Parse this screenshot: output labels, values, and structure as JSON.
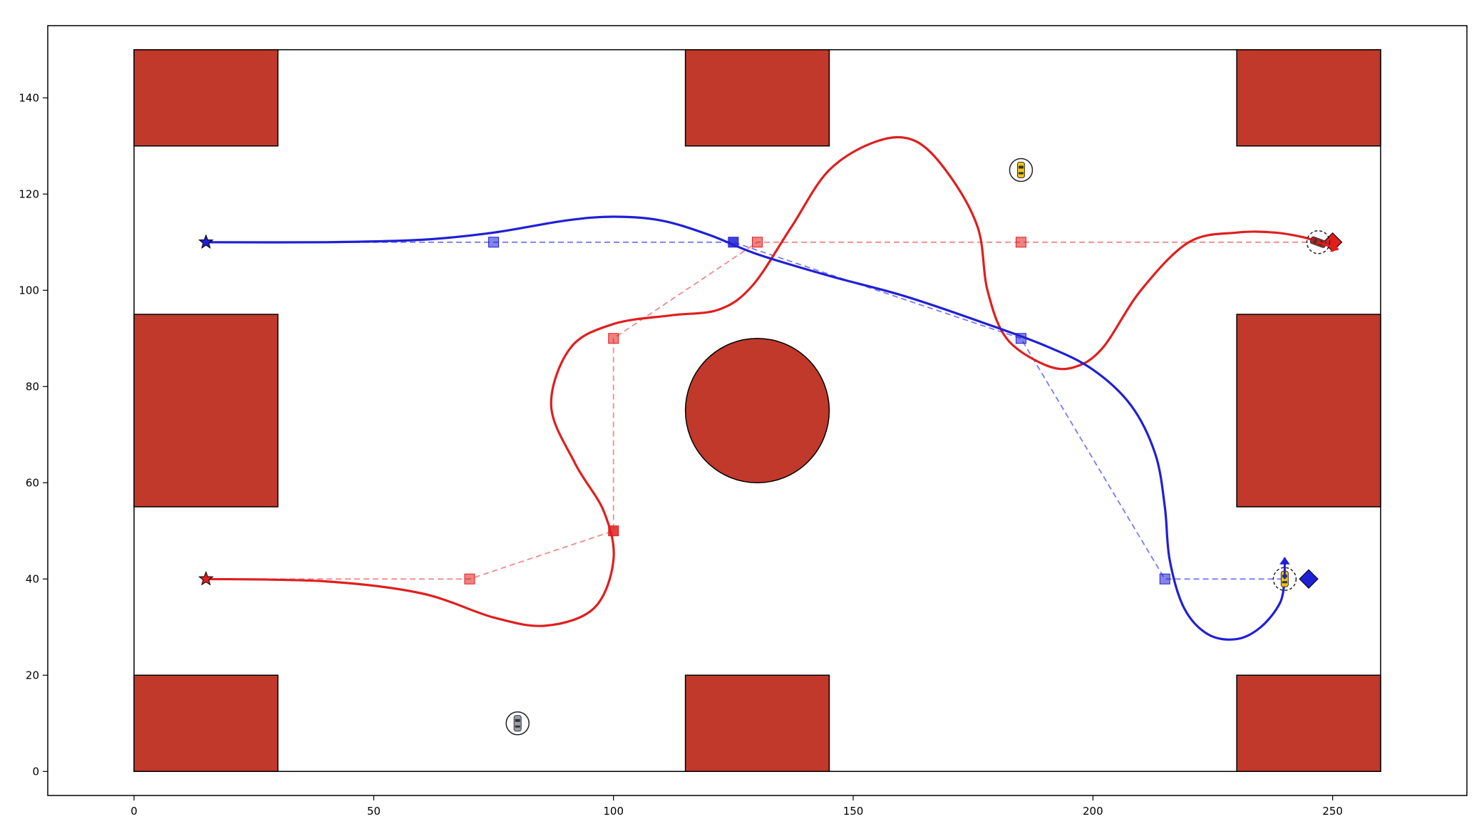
{
  "chart_data": {
    "type": "scatter",
    "title": "",
    "xlabel": "",
    "ylabel": "",
    "xlim": [
      -18,
      278
    ],
    "ylim": [
      -5,
      155
    ],
    "xticks": [
      0,
      50,
      100,
      150,
      200,
      250
    ],
    "yticks": [
      0,
      20,
      40,
      60,
      80,
      100,
      120,
      140
    ],
    "grid": false,
    "colors": {
      "obstacle": "#c0392b",
      "red": "#e01e1e",
      "blue": "#1f1fd6",
      "red_waypoint": "#f08a8a",
      "blue_waypoint": "#7a7af0",
      "car_yellow": "#f1c40f"
    },
    "arena": {
      "x": [
        0,
        260
      ],
      "y": [
        0,
        150
      ]
    },
    "obstacles": [
      {
        "shape": "rect",
        "x": 0,
        "y": 130,
        "w": 30,
        "h": 20
      },
      {
        "shape": "rect",
        "x": 115,
        "y": 130,
        "w": 30,
        "h": 20
      },
      {
        "shape": "rect",
        "x": 230,
        "y": 130,
        "w": 30,
        "h": 20
      },
      {
        "shape": "rect",
        "x": 0,
        "y": 55,
        "w": 30,
        "h": 40
      },
      {
        "shape": "rect",
        "x": 230,
        "y": 55,
        "w": 30,
        "h": 40
      },
      {
        "shape": "rect",
        "x": 0,
        "y": 0,
        "w": 30,
        "h": 20
      },
      {
        "shape": "rect",
        "x": 115,
        "y": 0,
        "w": 30,
        "h": 20
      },
      {
        "shape": "rect",
        "x": 230,
        "y": 0,
        "w": 30,
        "h": 20
      },
      {
        "shape": "circle",
        "cx": 130,
        "cy": 75,
        "r": 15
      }
    ],
    "series": [
      {
        "color": "red",
        "start": [
          15,
          40
        ],
        "goal": [
          250,
          110
        ],
        "waypoints": [
          [
            70,
            40
          ],
          [
            100,
            50
          ],
          [
            100,
            90
          ],
          [
            130,
            110
          ],
          [
            185,
            110
          ]
        ],
        "waypoint_opacity": [
          0.55,
          0.85,
          0.55,
          0.55,
          0.55
        ],
        "path": [
          [
            15,
            40
          ],
          [
            40,
            39.5
          ],
          [
            60,
            37
          ],
          [
            75,
            32
          ],
          [
            86,
            30.3
          ],
          [
            96,
            34
          ],
          [
            100,
            44
          ],
          [
            98,
            54
          ],
          [
            92,
            64
          ],
          [
            87,
            76
          ],
          [
            91,
            88
          ],
          [
            100,
            93
          ],
          [
            112,
            94.8
          ],
          [
            122,
            96
          ],
          [
            129,
            101
          ],
          [
            137,
            113
          ],
          [
            145,
            125
          ],
          [
            155,
            131
          ],
          [
            163,
            131
          ],
          [
            170,
            124
          ],
          [
            176,
            113
          ],
          [
            178,
            100
          ],
          [
            182,
            90
          ],
          [
            190,
            84.5
          ],
          [
            196,
            84
          ],
          [
            202,
            88
          ],
          [
            210,
            100
          ],
          [
            220,
            110
          ],
          [
            230,
            112
          ],
          [
            238,
            112
          ],
          [
            244,
            111
          ],
          [
            247,
            110
          ]
        ],
        "car": {
          "x": 247,
          "y": 110,
          "heading": -20
        }
      },
      {
        "color": "blue",
        "start": [
          15,
          110
        ],
        "goal": [
          245,
          40
        ],
        "waypoints": [
          [
            75,
            110
          ],
          [
            125,
            110
          ],
          [
            185,
            90
          ],
          [
            215,
            40
          ]
        ],
        "waypoint_opacity": [
          0.55,
          0.85,
          0.55,
          0.55
        ],
        "path": [
          [
            15,
            110
          ],
          [
            40,
            110
          ],
          [
            60,
            110.5
          ],
          [
            75,
            112
          ],
          [
            90,
            114.5
          ],
          [
            100,
            115.3
          ],
          [
            110,
            114.5
          ],
          [
            120,
            111.5
          ],
          [
            130,
            107.5
          ],
          [
            145,
            103
          ],
          [
            160,
            99
          ],
          [
            175,
            94
          ],
          [
            190,
            88.5
          ],
          [
            200,
            83.5
          ],
          [
            208,
            76
          ],
          [
            213,
            66
          ],
          [
            215,
            55
          ],
          [
            216,
            44
          ],
          [
            219,
            34
          ],
          [
            224,
            28.5
          ],
          [
            230,
            27.5
          ],
          [
            235,
            30
          ],
          [
            239,
            35
          ],
          [
            240,
            40
          ]
        ],
        "car": {
          "x": 240,
          "y": 40,
          "heading": 90
        }
      }
    ],
    "other_vehicles": [
      {
        "x": 185,
        "y": 125,
        "color": "car_yellow"
      },
      {
        "x": 80,
        "y": 10,
        "color": "#9aa0aa"
      }
    ]
  }
}
